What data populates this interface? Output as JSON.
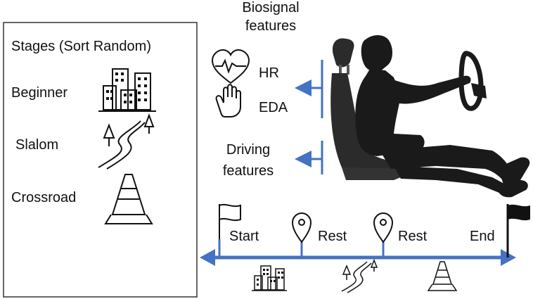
{
  "stages_box": {
    "title": "Stages (Sort Random)",
    "items": [
      {
        "label": "Beginner",
        "icon": "buildings-icon"
      },
      {
        "label": "Slalom",
        "icon": "winding-road-trees-icon"
      },
      {
        "label": "Crossroad",
        "icon": "traffic-cone-icon"
      }
    ]
  },
  "features": {
    "biosignal_title_line1": "Biosignal",
    "biosignal_title_line2": "features",
    "hr_label": "HR",
    "eda_label": "EDA",
    "driving_line1": "Driving",
    "driving_line2": "features"
  },
  "timeline": {
    "start_label": "Start",
    "rest1_label": "Rest",
    "rest2_label": "Rest",
    "end_label": "End"
  },
  "colors": {
    "accent": "#4472c4",
    "silhouette": "#1a1a1a",
    "seat": "#2b2b2b"
  }
}
